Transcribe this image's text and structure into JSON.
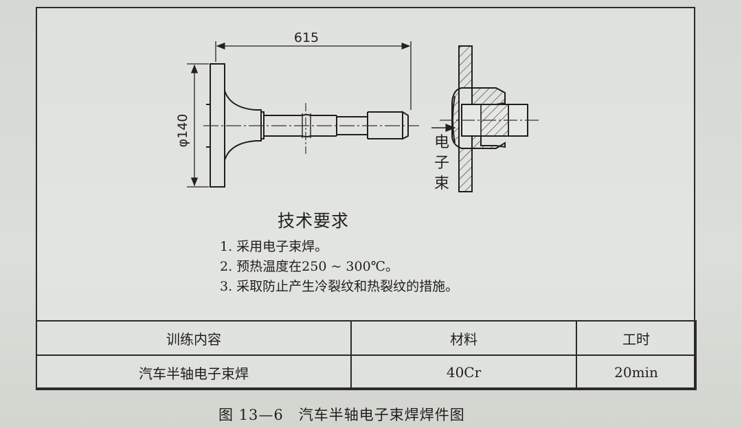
{
  "drawing": {
    "dim_length": "615",
    "dim_diameter": "φ140",
    "weld_label": [
      "电",
      "子",
      "束"
    ]
  },
  "tech_requirements": {
    "title": "技术要求",
    "items": [
      "1. 采用电子束焊。",
      "2. 预热温度在250 ~ 300℃。",
      "3. 采取防止产生冷裂纹和热裂纹的措施。"
    ]
  },
  "table": {
    "headers": [
      "训练内容",
      "材料",
      "工时"
    ],
    "row": [
      "汽车半轴电子束焊",
      "40Cr",
      "20min"
    ]
  },
  "caption": "图 13—6　汽车半轴电子束焊焊件图"
}
